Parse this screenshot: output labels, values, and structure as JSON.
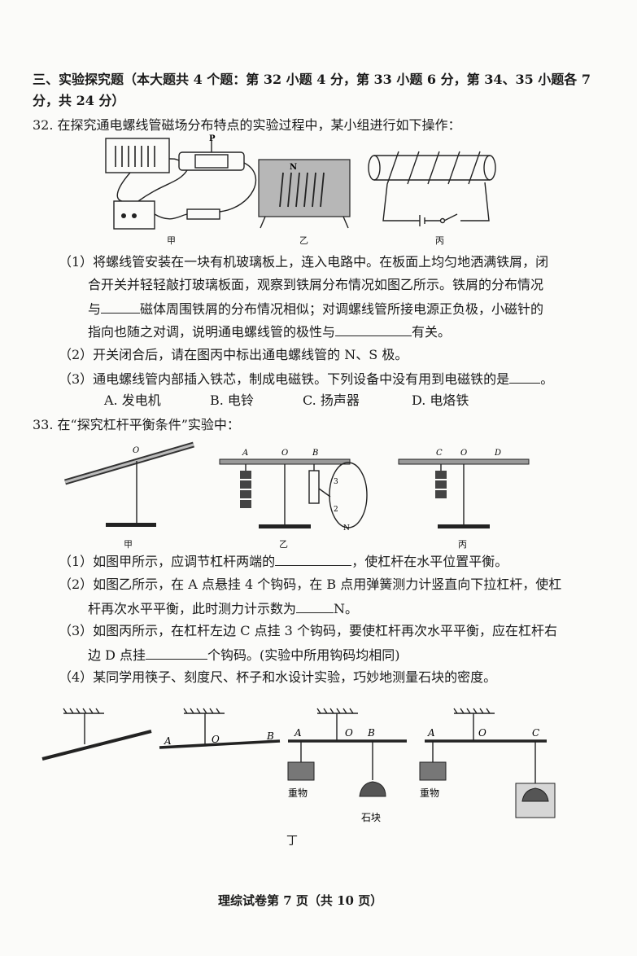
{
  "section": {
    "line1": "三、实验探究题（本大题共 4 个题：第 32 小题 4 分，第 33 小题 6 分，第 34、35 小题各 7",
    "line2": "分，共 24 分）"
  },
  "q32": {
    "stem": "32.  在探究通电螺线管磁场分布特点的实验过程中，某小组进行如下操作：",
    "captions": [
      "甲",
      "乙",
      "丙"
    ],
    "fig_letters": {
      "p": "P",
      "n": "N"
    },
    "p1_l1": "（1）将螺线管安装在一块有机玻璃板上，连入电路中。在板面上均匀地洒满铁屑，闭",
    "p1_l2": "合开关并轻轻敲打玻璃板面，观察到铁屑分布情况如图乙所示。铁屑的分布情况",
    "p1_l3a": "与",
    "p1_l3b": "磁体周围铁屑的分布情况相似；对调螺线管所接电源正负极，小磁针的",
    "p1_l4a": "指向也随之对调，说明通电螺线管的极性与",
    "p1_l4b": "有关。",
    "p2": "（2）开关闭合后，请在图丙中标出通电螺线管的 N、S 极。",
    "p3a": "（3）通电螺线管内部插入铁芯，制成电磁铁。下列设备中没有用到电磁铁的是",
    "p3b": "。",
    "options": [
      "A.  发电机",
      "B.  电铃",
      "C.  扬声器",
      "D.  电烙铁"
    ]
  },
  "q33": {
    "stem": "33.  在“探究杠杆平衡条件”实验中：",
    "captions": [
      "甲",
      "乙",
      "丙",
      "丁"
    ],
    "letters": {
      "a": "A",
      "o": "O",
      "b": "B",
      "c": "C",
      "d": "D",
      "n": "N"
    },
    "p1a": "（1）如图甲所示，应调节杠杆两端的",
    "p1b": "，使杠杆在水平位置平衡。",
    "p2_l1": "（2）如图乙所示，在 A 点悬挂 4 个钩码，在 B 点用弹簧测力计竖直向下拉杠杆，使杠",
    "p2_l2a": "杆再次水平平衡，此时测力计示数为",
    "p2_l2b": "N。",
    "p3_l1": "（3）如图丙所示，在杠杆左边 C 点挂 3 个钩码，要使杠杆再次水平平衡，应在杠杆右",
    "p3_l2a": "边 D 点挂",
    "p3_l2b": "个钩码。(实验中所用钩码均相同)",
    "p4": "（4）某同学用筷子、刻度尺、杯子和水设计实验，巧妙地测量石块的密度。",
    "label_weight": "重物",
    "label_stone": "石块",
    "scale_ticks": [
      "3",
      "2"
    ]
  },
  "footer": "理综试卷第 7 页（共 10 页）"
}
